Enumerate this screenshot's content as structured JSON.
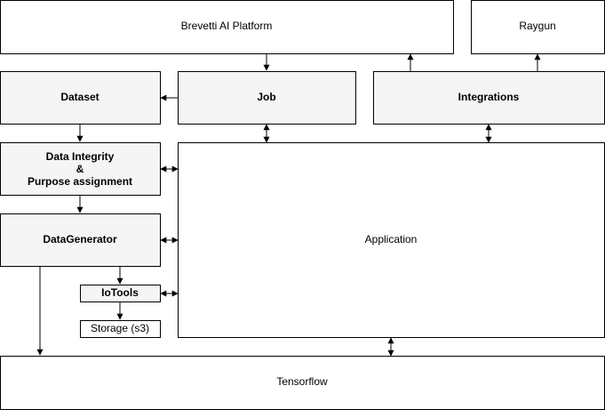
{
  "colors": {
    "fill_plain": "#ffffff",
    "fill_gray": "#f5f5f5",
    "stroke": "#000000"
  },
  "nodes": {
    "brevetti": "Brevetti AI Platform",
    "raygun": "Raygun",
    "dataset": "Dataset",
    "job": "Job",
    "integrations": "Integrations",
    "data_integrity": [
      "Data Integrity",
      "&",
      "Purpose assignment"
    ],
    "datagenerator": "DataGenerator",
    "application": "Application",
    "iotools": "IoTools",
    "storage": "Storage (s3)",
    "tensorflow": "Tensorflow"
  }
}
